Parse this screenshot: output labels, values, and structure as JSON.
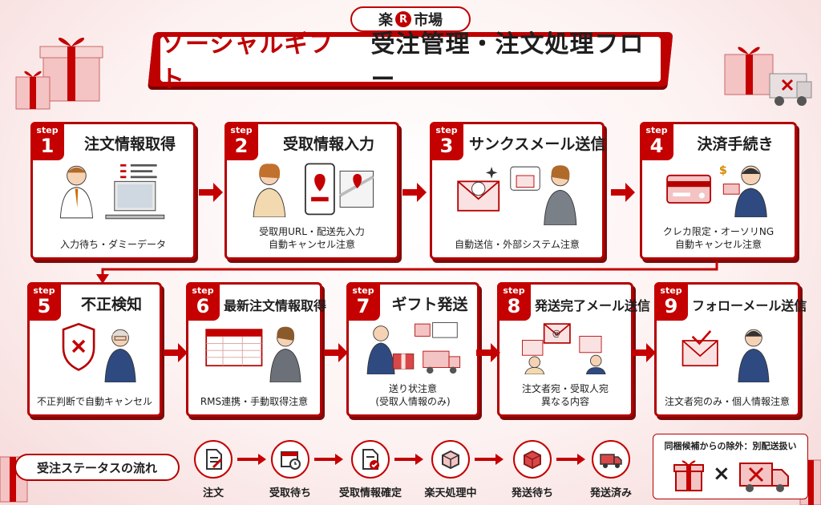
{
  "brand": {
    "name_left": "楽",
    "mark": "R",
    "name_right": "市場"
  },
  "title": {
    "part1": "ソーシャルギフト",
    "part2": "受注管理・注文処理フロー"
  },
  "step_word": "step",
  "steps": [
    {
      "number": "1",
      "title": "注文情報取得",
      "desc1": "入力待ち・ダミーデータ",
      "desc2": ""
    },
    {
      "number": "2",
      "title": "受取情報入力",
      "desc1": "受取用URL・配送先入力",
      "desc2": "自動キャンセル注意"
    },
    {
      "number": "3",
      "title": "サンクスメール送信",
      "desc1": "自動送信・外部システム注意",
      "desc2": ""
    },
    {
      "number": "4",
      "title": "決済手続き",
      "desc1": "クレカ限定・オーソリNG",
      "desc2": "自動キャンセル注意"
    },
    {
      "number": "5",
      "title": "不正検知",
      "desc1": "不正判断で自動キャンセル",
      "desc2": ""
    },
    {
      "number": "6",
      "title": "最新注文情報取得",
      "desc1": "RMS連携・手動取得注意",
      "desc2": ""
    },
    {
      "number": "7",
      "title": "ギフト発送",
      "desc1": "送り状注意",
      "desc2": "(受取人情報のみ)"
    },
    {
      "number": "8",
      "title": "発送完了メール送信",
      "desc1": "注文者宛・受取人宛",
      "desc2": "異なる内容"
    },
    {
      "number": "9",
      "title": "フォローメール送信",
      "desc1": "注文者宛のみ・個人情報注意",
      "desc2": ""
    }
  ],
  "status_flow": {
    "label": "受注ステータスの流れ",
    "items": [
      "注文",
      "受取待ち",
      "受取情報確定",
      "楽天処理中",
      "発送待ち",
      "発送済み"
    ]
  },
  "exclusion": {
    "title": "同梱候補からの除外：別配送扱い",
    "symbol": "×"
  },
  "colors": {
    "brand_red": "#bf0000",
    "dark_red": "#7e0a0a",
    "background": "#fbecec"
  }
}
